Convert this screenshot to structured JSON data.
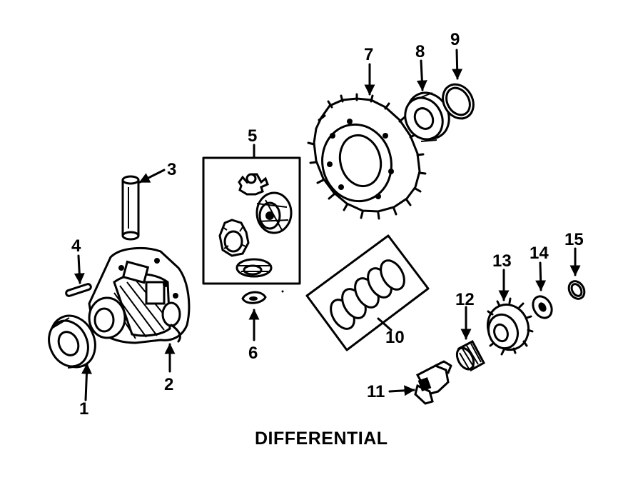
{
  "title": "DIFFERENTIAL",
  "callouts": [
    {
      "id": "1",
      "label": "1"
    },
    {
      "id": "2",
      "label": "2"
    },
    {
      "id": "3",
      "label": "3"
    },
    {
      "id": "4",
      "label": "4"
    },
    {
      "id": "5",
      "label": "5"
    },
    {
      "id": "6",
      "label": "6"
    },
    {
      "id": "7",
      "label": "7"
    },
    {
      "id": "8",
      "label": "8"
    },
    {
      "id": "9",
      "label": "9"
    },
    {
      "id": "10",
      "label": "10"
    },
    {
      "id": "11",
      "label": "11"
    },
    {
      "id": "12",
      "label": "12"
    },
    {
      "id": "13",
      "label": "13"
    },
    {
      "id": "14",
      "label": "14"
    },
    {
      "id": "15",
      "label": "15"
    }
  ]
}
